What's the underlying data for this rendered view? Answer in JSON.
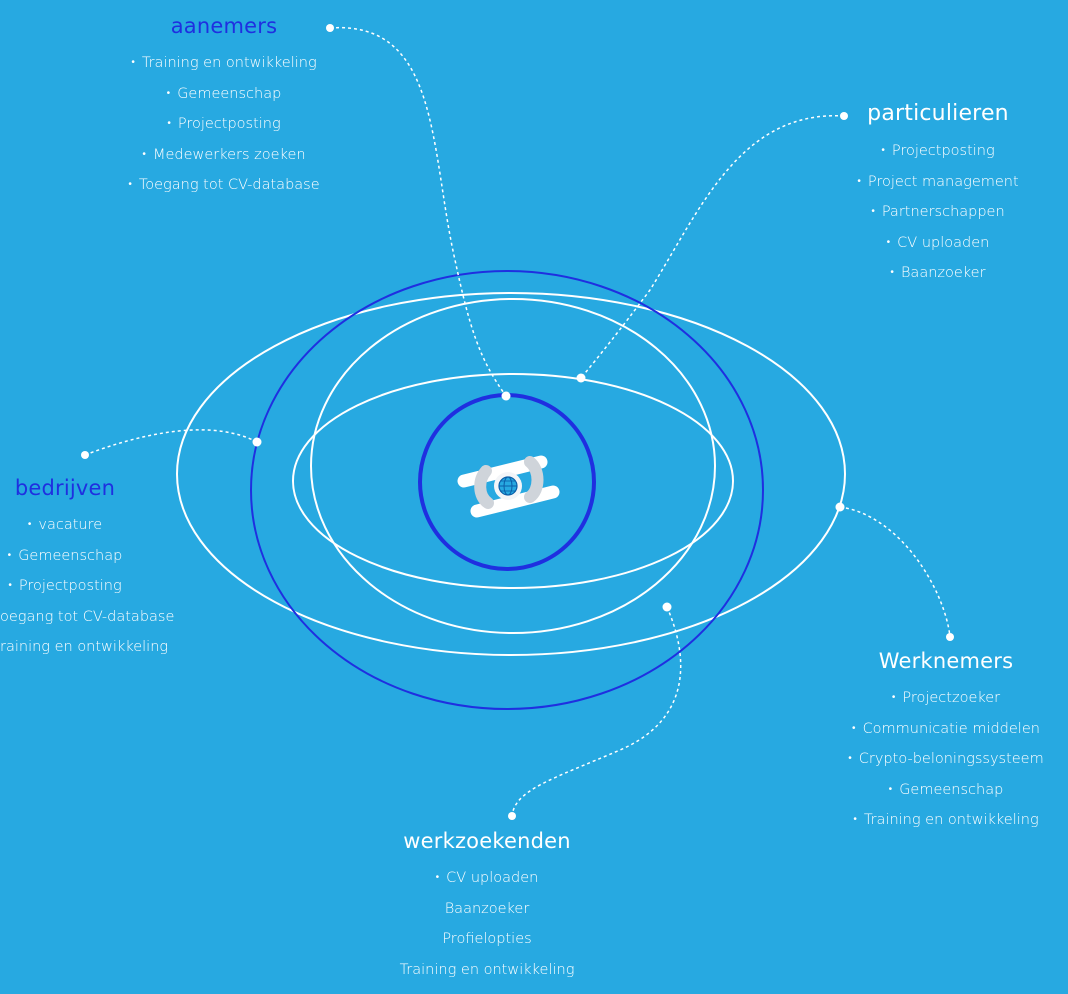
{
  "groups": {
    "aanemers": {
      "title": "aanemers",
      "items": [
        "Training en ontwikkeling",
        "Gemeenschap",
        "Projectposting",
        "Medewerkers zoeken",
        "Toegang tot CV-database"
      ]
    },
    "particulieren": {
      "title": "particulieren",
      "items": [
        "Projectposting",
        "Project management",
        "Partnerschappen",
        "CV uploaden",
        "Baanzoeker"
      ]
    },
    "bedrijven": {
      "title": "bedrijven",
      "items": [
        "vacature",
        "Gemeenschap",
        "Projectposting",
        "oegang tot CV-database",
        "raining en ontwikkeling"
      ]
    },
    "werknemers": {
      "title": "Werknemers",
      "items": [
        "Projectzoeker",
        "Communicatie middelen",
        "Crypto-beloningssysteem",
        "Gemeenschap",
        "Training en ontwikkeling"
      ]
    },
    "werkzoekenden": {
      "title": "werkzoekenden",
      "items": [
        "CV uploaden",
        "Baanzoeker",
        "Profielopties",
        "Training en ontwikkeling"
      ]
    }
  },
  "colors": {
    "background": "#27a9e1",
    "orbit_white": "#ffffff",
    "orbit_blue": "#1f2fe0",
    "logo_bar": "#d9dde3"
  },
  "center": {
    "icon": "globe-link-logo-icon"
  }
}
